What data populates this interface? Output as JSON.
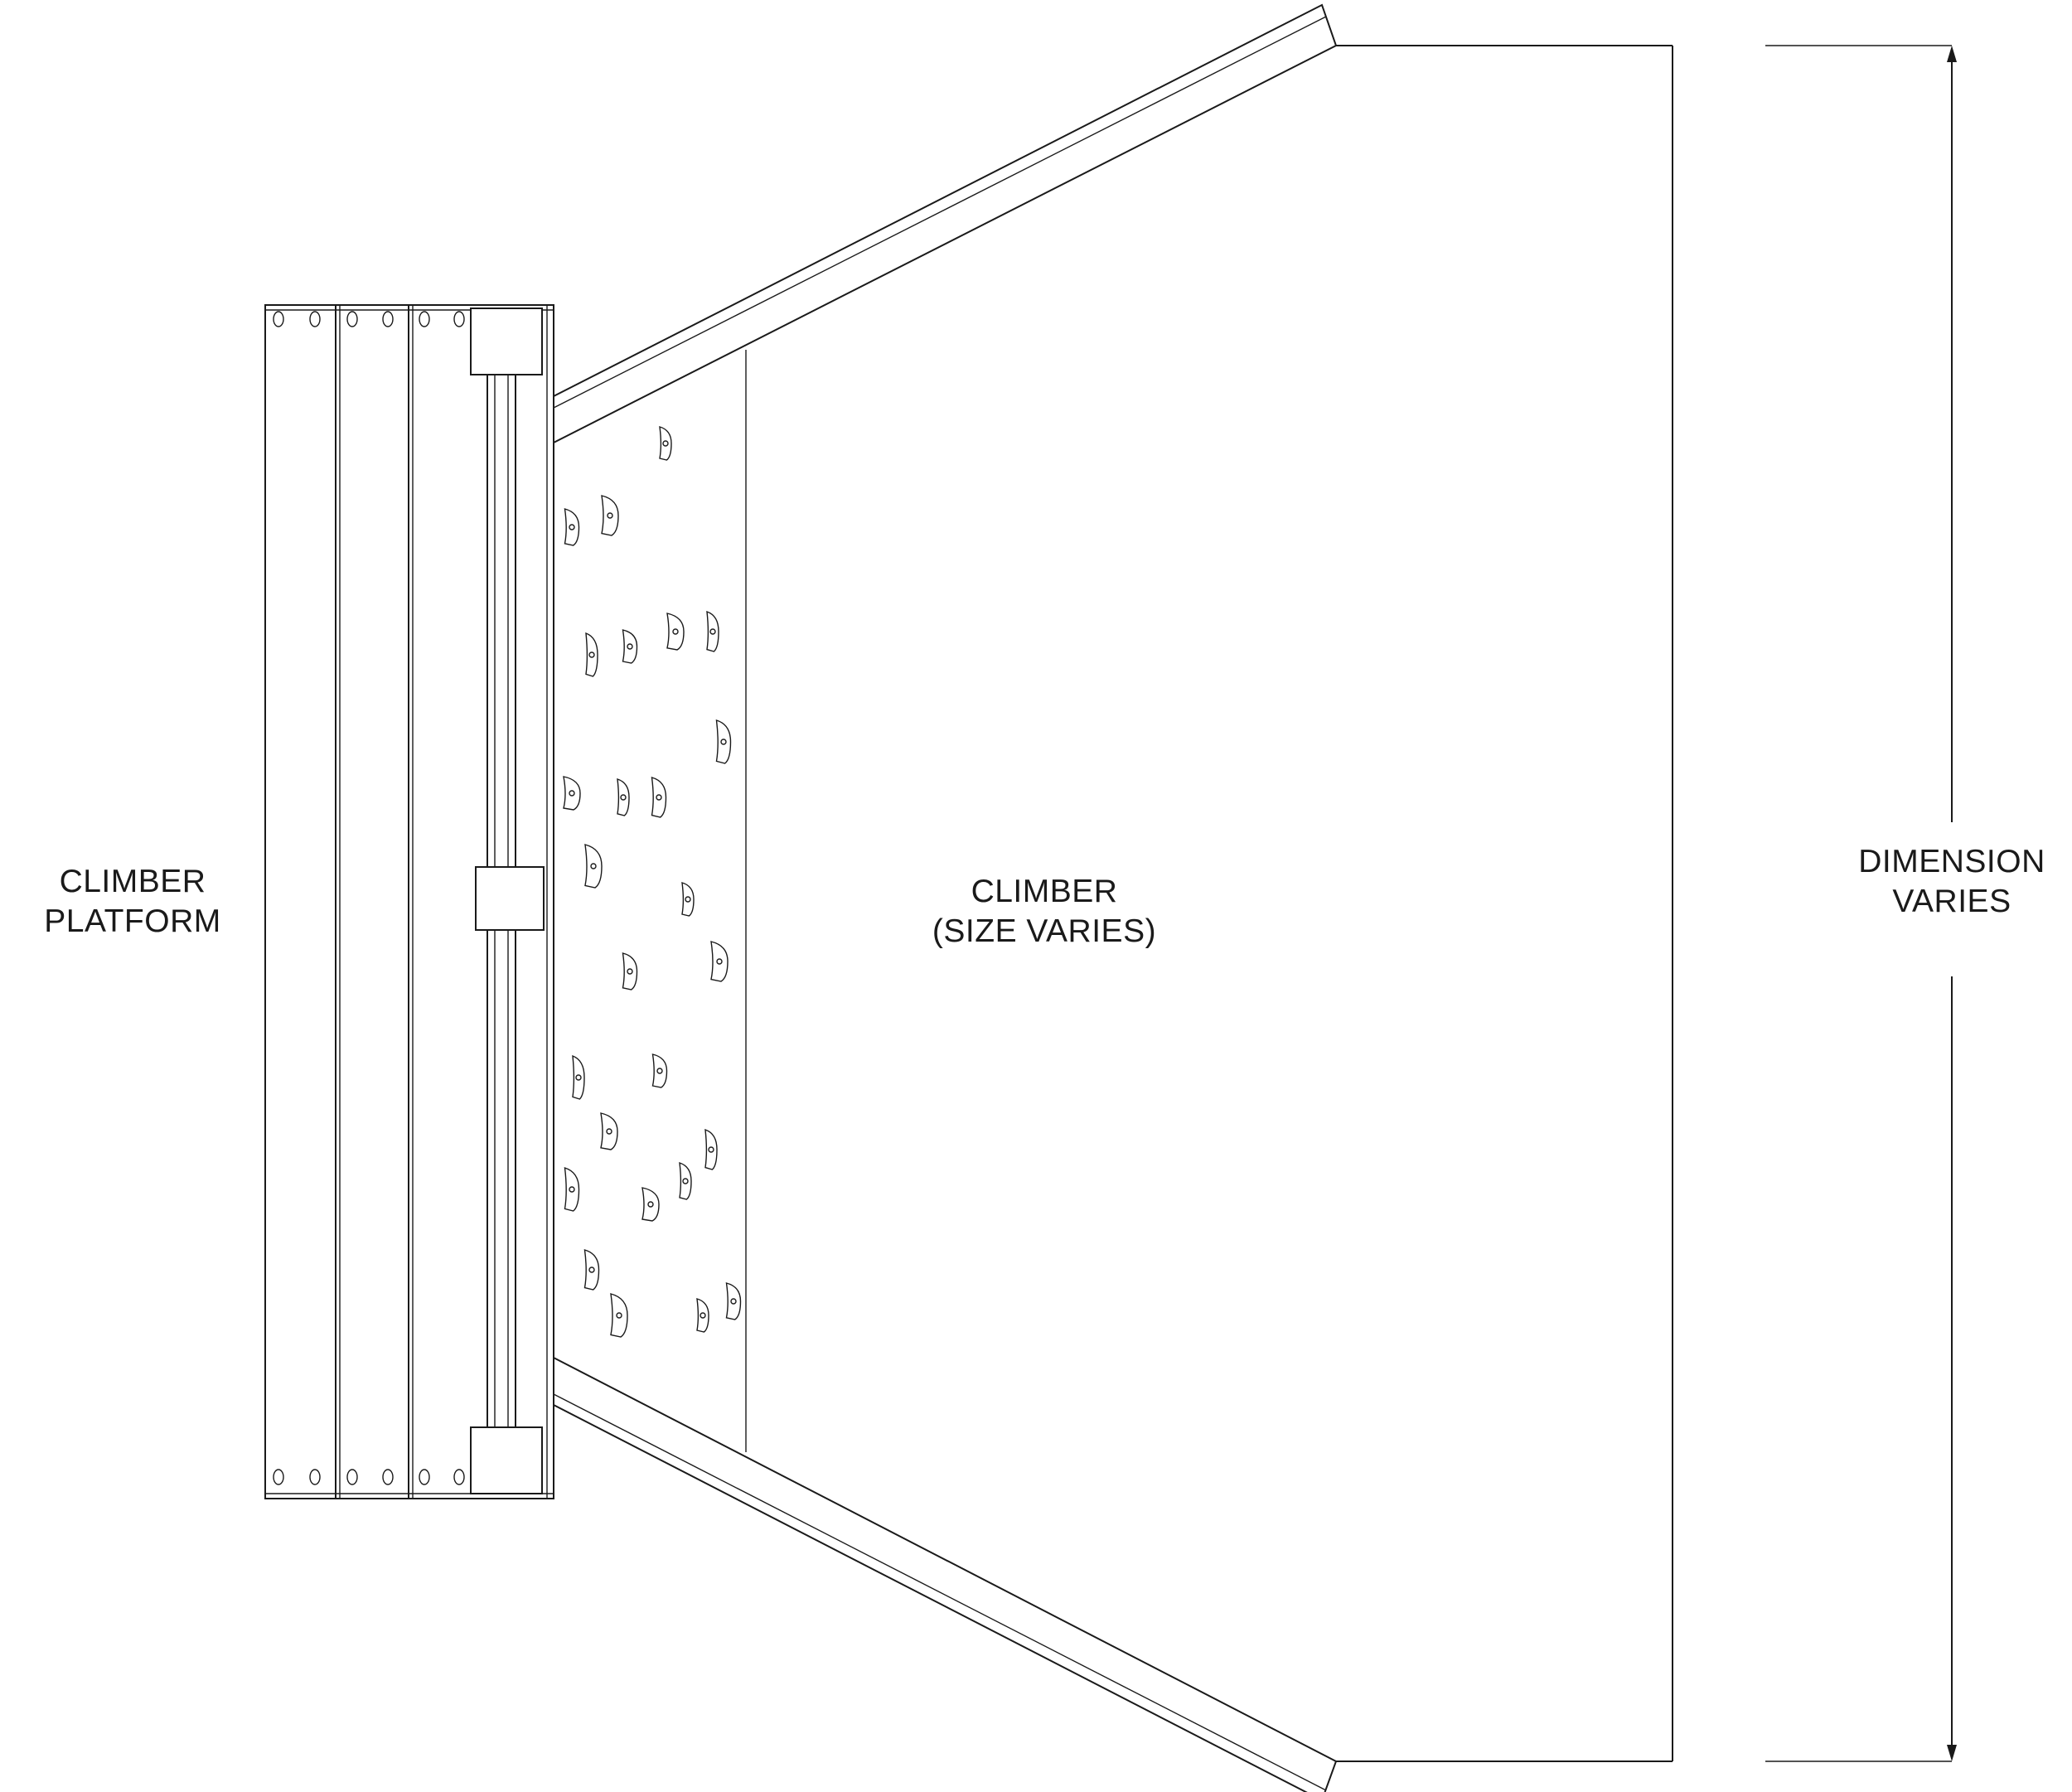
{
  "labels": {
    "platform_line1": "CLIMBER",
    "platform_line2": "PLATFORM",
    "climber_line1": "CLIMBER",
    "climber_line2": "(SIZE VARIES)",
    "dimension_line1": "DIMENSION",
    "dimension_line2": "VARIES"
  },
  "colors": {
    "line": "#1a1a1a",
    "background": "#ffffff"
  }
}
